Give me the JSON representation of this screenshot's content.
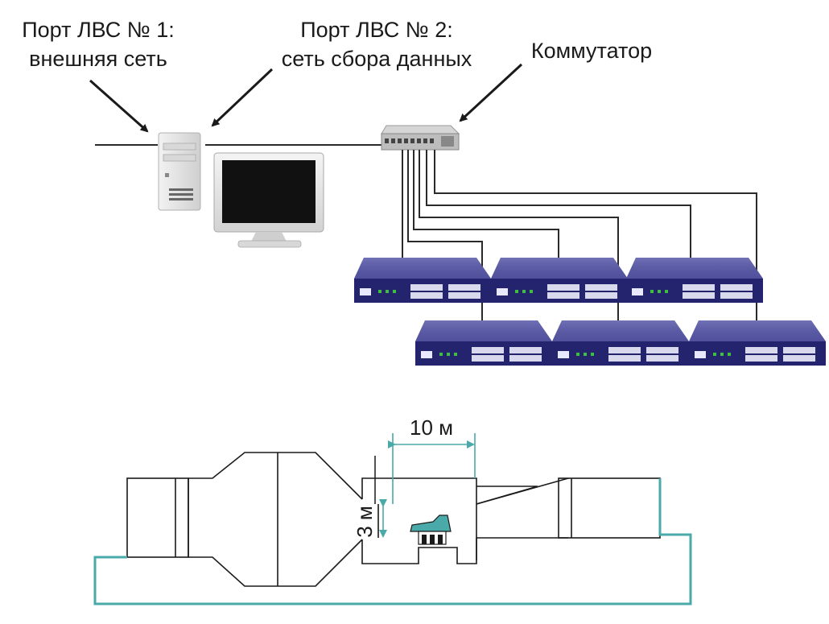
{
  "labels": {
    "port1_line1": "Порт ЛВС № 1:",
    "port1_line2": "внешняя сеть",
    "port2_line1": "Порт ЛВС № 2:",
    "port2_line2": "сеть сбора данных",
    "switch": "Коммутатор",
    "dim_width": "10 м",
    "dim_height": "3 м"
  },
  "icons": {
    "computer_tower": "pc-tower-icon",
    "monitor": "monitor-icon",
    "network_switch": "network-switch-icon",
    "data_acquisition_unit": "daq-unit-icon",
    "vehicle": "car-icon"
  },
  "colors": {
    "daq_unit_face": "#2a2a7a",
    "daq_unit_top": "#5555a0",
    "tunnel_outline_accent": "#4aa9a9",
    "vehicle_fill": "#4aa9a9"
  }
}
